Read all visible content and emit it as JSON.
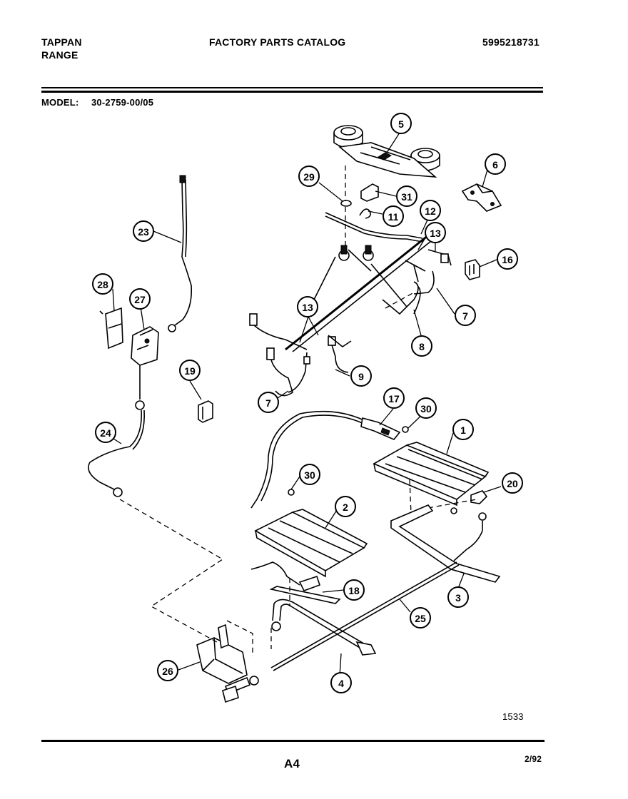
{
  "header": {
    "brand": "TAPPAN",
    "product": "RANGE",
    "catalog_title": "FACTORY PARTS CATALOG",
    "catalog_number": "5995218731",
    "model_label": "MODEL:",
    "model_number": "30-2759-00/05"
  },
  "diagram": {
    "figure_code": "1533",
    "callouts": [
      "5",
      "6",
      "29",
      "31",
      "11",
      "12",
      "13",
      "16",
      "23",
      "7",
      "28",
      "27",
      "13",
      "8",
      "19",
      "9",
      "7",
      "17",
      "30",
      "1",
      "24",
      "20",
      "30",
      "2",
      "3",
      "18",
      "25",
      "26",
      "4"
    ]
  },
  "footer": {
    "page_code": "A4",
    "date": "2/92"
  }
}
